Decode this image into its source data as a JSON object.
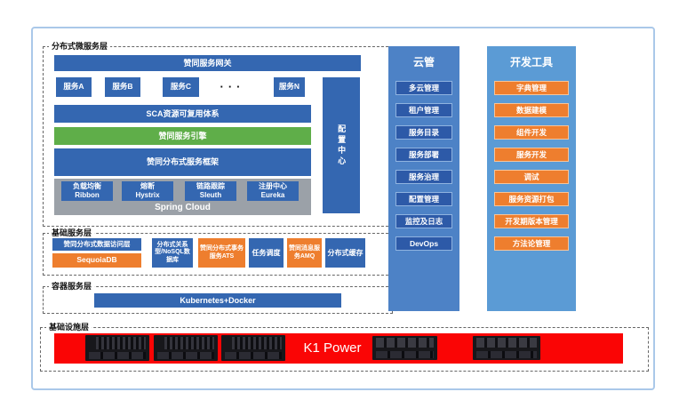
{
  "colors": {
    "blue": "#3467b1",
    "green": "#5fae49",
    "orange": "#ee7e2e",
    "red": "#fa0505",
    "gray": "#9ba1a8",
    "cloud_panel_bg": "#4d82c6",
    "dev_panel_bg": "#5b9bd5",
    "cloud_button": "#2d5aa8",
    "page_border": "#aac8e9"
  },
  "layers": {
    "microservice": {
      "label": "分布式微服务层",
      "gateway": "赞同服务网关",
      "services": [
        "服务A",
        "服务B",
        "服务C",
        "服务N"
      ],
      "services_dots": "···",
      "sca": "SCA资源可复用体系",
      "engine": "赞同服务引擎",
      "framework": "赞同分布式服务框架",
      "spring_cloud": {
        "title": "Spring Cloud",
        "items": [
          {
            "cn": "负载均衡",
            "en": "Ribbon"
          },
          {
            "cn": "熔断",
            "en": "Hystrix"
          },
          {
            "cn": "链路跟踪",
            "en": "Sleuth"
          },
          {
            "cn": "注册中心",
            "en": "Eureka"
          }
        ]
      },
      "config_center": "配置中心"
    },
    "basic": {
      "label": "基础服务层",
      "data_access": "赞同分布式数据访问层",
      "sequoiadb": "SequoiaDB",
      "items": [
        {
          "text": "分布式关系型/NoSQL数据库"
        },
        {
          "text": "赞同分布式事务服务ATS"
        },
        {
          "text": "任务调度"
        },
        {
          "text": "赞同消息服务AMQ"
        },
        {
          "text": "分布式缓存"
        }
      ]
    },
    "container": {
      "label": "容器服务层",
      "item": "Kubernetes+Docker"
    },
    "infra": {
      "label": "基础设施层",
      "item": "K1 Power"
    }
  },
  "cloud_panel": {
    "title": "云管",
    "items": [
      "多云管理",
      "租户管理",
      "服务目录",
      "服务部署",
      "服务治理",
      "配置管理",
      "监控及日志",
      "DevOps"
    ]
  },
  "dev_panel": {
    "title": "开发工具",
    "items": [
      "字典管理",
      "数据建模",
      "组件开发",
      "服务开发",
      "调试",
      "服务资源打包",
      "开发期版本管理",
      "方法论管理"
    ]
  }
}
